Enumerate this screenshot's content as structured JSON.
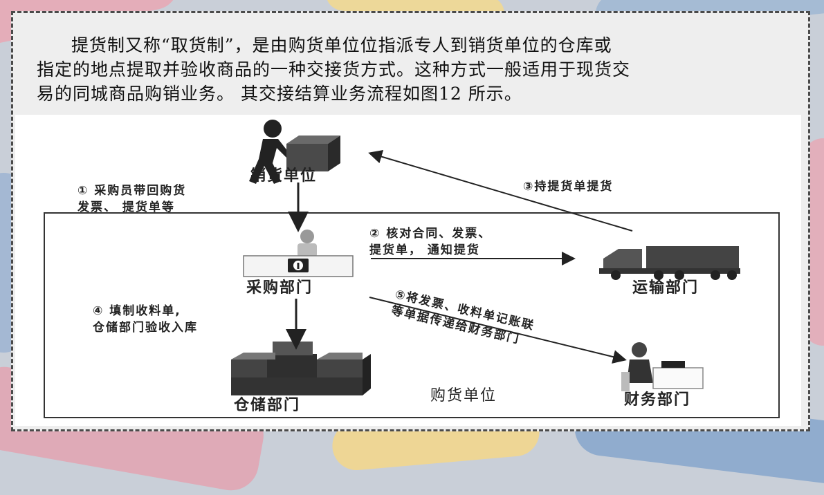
{
  "intro": {
    "line1": "提货制又称“取货制”，是由购货单位位指派专人到销货单位的仓库或",
    "line2": "指定的地点提取并验收商品的一种交接货方式。这种方式一般适用于现货交",
    "line3": "易的同城商品购销业务。 其交接结算业务流程如图12 所示。"
  },
  "diagram": {
    "nodes": {
      "seller": "销货单位",
      "purchasing": "采购部门",
      "transport": "运输部门",
      "warehouse": "仓储部门",
      "finance": "财务部门",
      "buyer_unit": "购货单位"
    },
    "steps": {
      "s1_line1": "① 采购员带回购货",
      "s1_line2": "发票、 提货单等",
      "s2_line1": "② 核对合同、发票、",
      "s2_line2": "提货单， 通知提货",
      "s3": "③持提货单提货",
      "s4_line1": "④ 填制收料单,",
      "s4_line2": "仓储部门验收入库",
      "s5_line1": "⑤将发票、收料单记账联",
      "s5_line2": "等单据传递给财务部门"
    }
  }
}
